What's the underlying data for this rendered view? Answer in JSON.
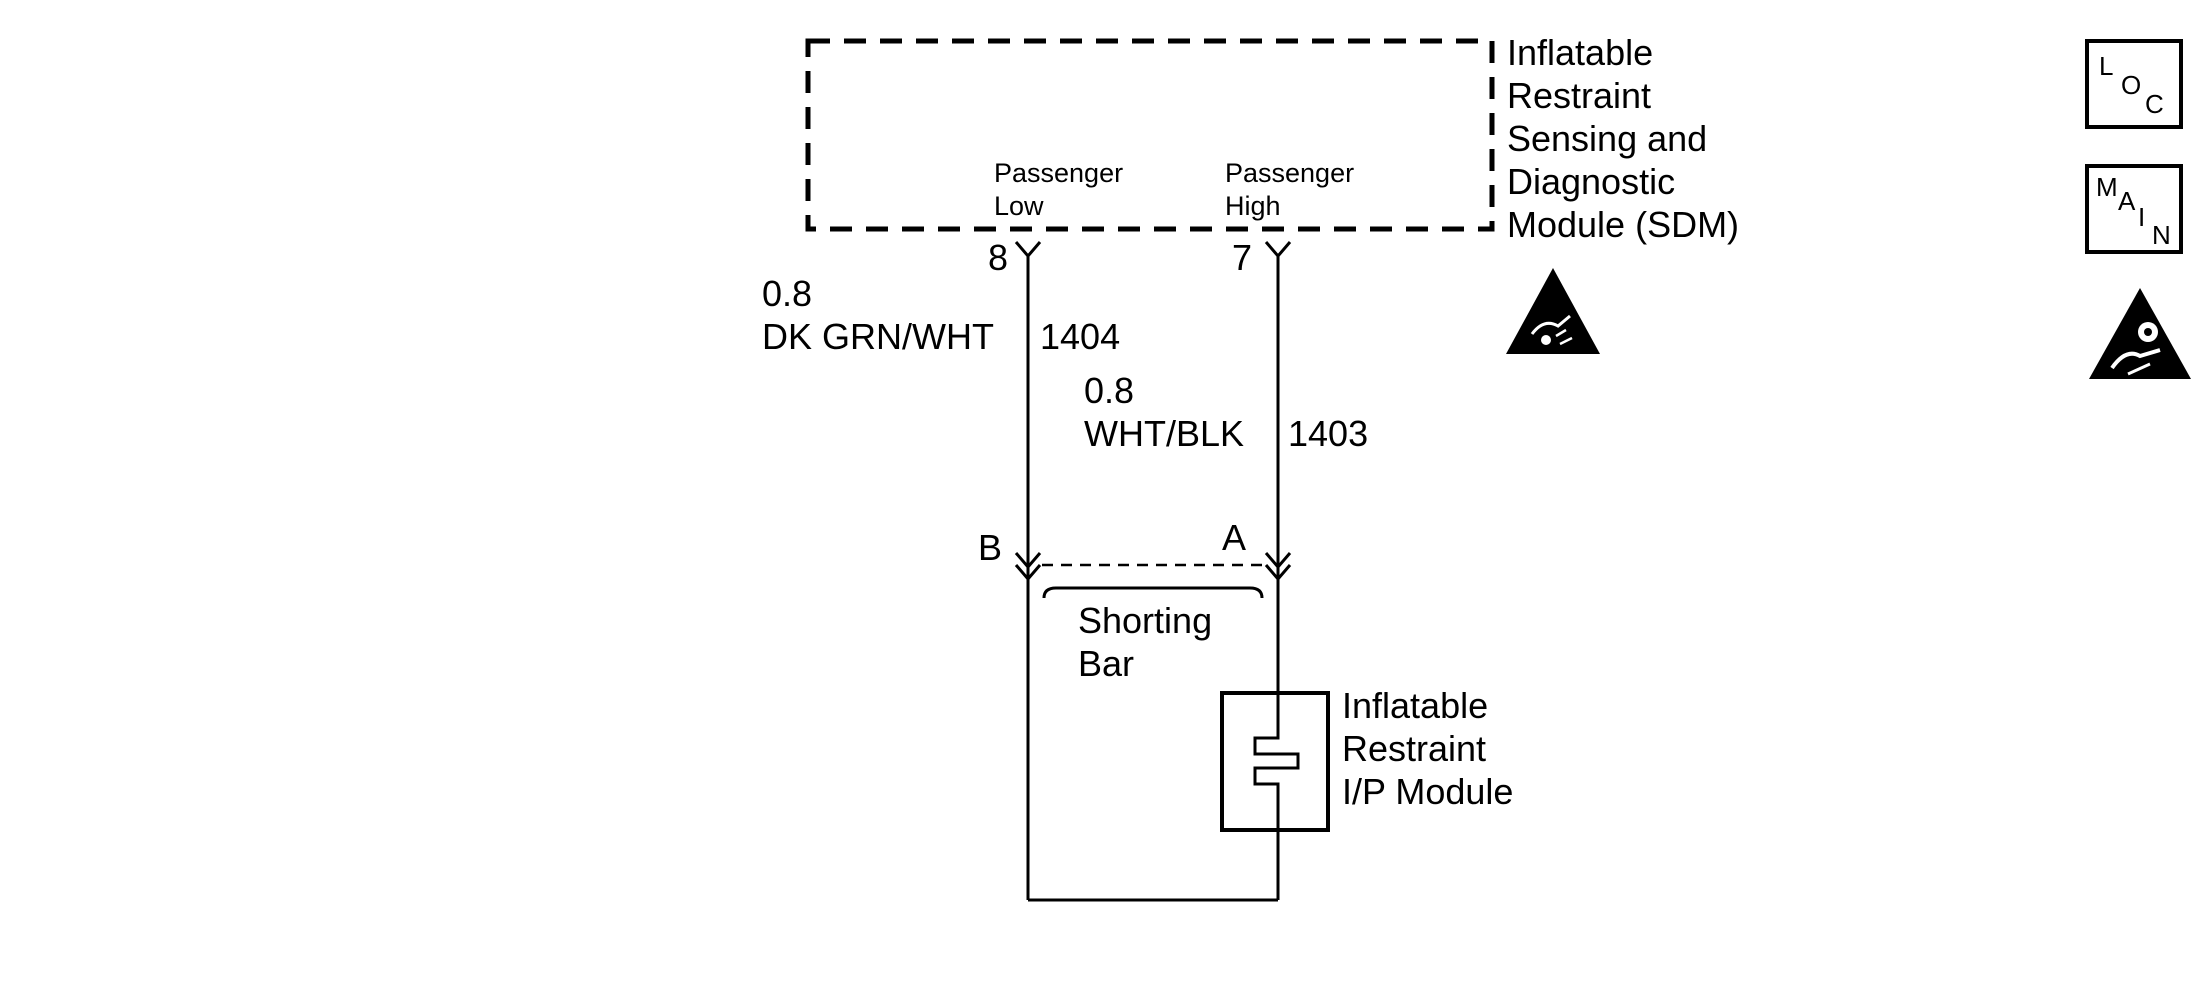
{
  "sdm": {
    "name_lines": [
      "Inflatable",
      "Restraint",
      "Sensing and",
      "Diagnostic",
      "Module (SDM)"
    ],
    "pin_low_label": [
      "Passenger",
      "Low"
    ],
    "pin_high_label": [
      "Passenger",
      "High"
    ],
    "pin_low_number": "8",
    "pin_high_number": "7"
  },
  "wires": [
    {
      "gauge": "0.8",
      "color": "DK GRN/WHT",
      "circuit": "1404"
    },
    {
      "gauge": "0.8",
      "color": "WHT/BLK",
      "circuit": "1403"
    }
  ],
  "connector": {
    "terminal_b": "B",
    "terminal_a": "A",
    "shorting_bar_lines": [
      "Shorting",
      "Bar"
    ]
  },
  "ip_module": {
    "name_lines": [
      "Inflatable",
      "Restraint",
      "I/P Module"
    ]
  },
  "icons": {
    "loc": {
      "name": "loc-icon",
      "letters": [
        "L",
        "O",
        "C"
      ]
    },
    "main": {
      "name": "main-icon",
      "letters": [
        "M",
        "A",
        "I",
        "N"
      ]
    },
    "esd": {
      "name": "esd-warning-icon"
    },
    "airbag": {
      "name": "airbag-warning-icon"
    }
  }
}
